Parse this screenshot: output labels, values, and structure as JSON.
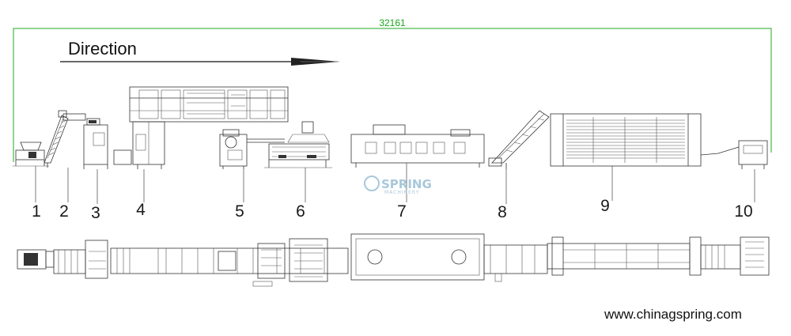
{
  "dimension": {
    "total_length": "32161",
    "color": "#22aa22"
  },
  "direction": {
    "label": "Direction"
  },
  "machines": [
    {
      "number": "1"
    },
    {
      "number": "2"
    },
    {
      "number": "3"
    },
    {
      "number": "4"
    },
    {
      "number": "5"
    },
    {
      "number": "6"
    },
    {
      "number": "7"
    },
    {
      "number": "8"
    },
    {
      "number": "9"
    },
    {
      "number": "10"
    }
  ],
  "watermark": {
    "brand": "SPRING",
    "sub": "MACHINERY"
  },
  "website": "www.chinagspring.com"
}
